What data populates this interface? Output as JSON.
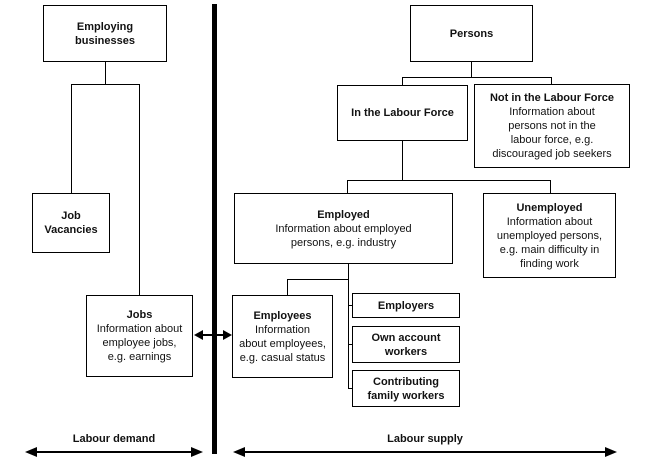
{
  "palette": {
    "line": "#000000",
    "background": "#ffffff",
    "text": "#111111"
  },
  "left_panel": {
    "axis_label": "Labour demand",
    "boxes": {
      "employing_businesses": {
        "title": "Employing\nbusinesses"
      },
      "job_vacancies": {
        "title": "Job\nVacancies"
      },
      "jobs": {
        "title": "Jobs",
        "desc": "Information about\nemployee jobs,\ne.g. earnings"
      }
    }
  },
  "right_panel": {
    "axis_label": "Labour supply",
    "boxes": {
      "persons": {
        "title": "Persons"
      },
      "in_labour_force": {
        "title": "In the Labour Force"
      },
      "not_in_labour_force": {
        "title": "Not in the Labour Force",
        "desc": "Information about\npersons not in the\nlabour force, e.g.\ndiscouraged job seekers"
      },
      "employed": {
        "title": "Employed",
        "desc": "Information about employed\npersons, e.g. industry"
      },
      "unemployed": {
        "title": "Unemployed",
        "desc": "Information about\nunemployed persons,\ne.g. main difficulty in\nfinding work"
      },
      "employees": {
        "title": "Employees",
        "desc": "Information\nabout employees,\ne.g. casual status"
      },
      "employers": {
        "title": "Employers"
      },
      "own_account_workers": {
        "title": "Own account\nworkers"
      },
      "contributing_family_workers": {
        "title": "Contributing\nfamily workers"
      }
    }
  }
}
